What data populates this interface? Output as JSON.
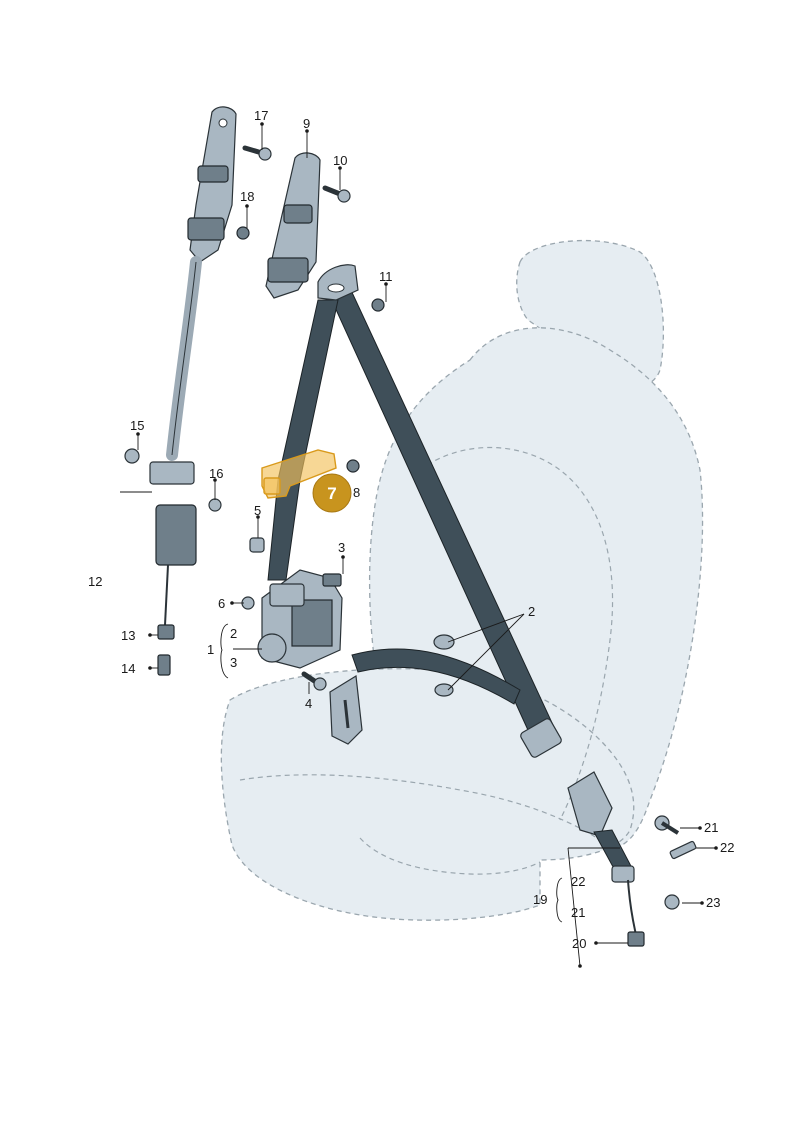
{
  "callouts": {
    "c1": "1",
    "c2a": "2",
    "c2b": "2",
    "c3a": "3",
    "c3b": "3",
    "c4": "4",
    "c5": "5",
    "c6": "6",
    "c8": "8",
    "c9": "9",
    "c10": "10",
    "c11": "11",
    "c12": "12",
    "c13": "13",
    "c14": "14",
    "c15": "15",
    "c16": "16",
    "c17": "17",
    "c18": "18",
    "c19": "19",
    "c20": "20",
    "c21a": "21",
    "c21b": "21",
    "c22a": "22",
    "c22b": "22",
    "c23": "23"
  },
  "highlight": {
    "number": "7",
    "color": "#c8941e"
  },
  "colors": {
    "seat_fill": "#e6edf2",
    "part_fill": "#a9b7c2",
    "strap": "#3f4f59",
    "highlight_fill": "#f2c25c"
  }
}
